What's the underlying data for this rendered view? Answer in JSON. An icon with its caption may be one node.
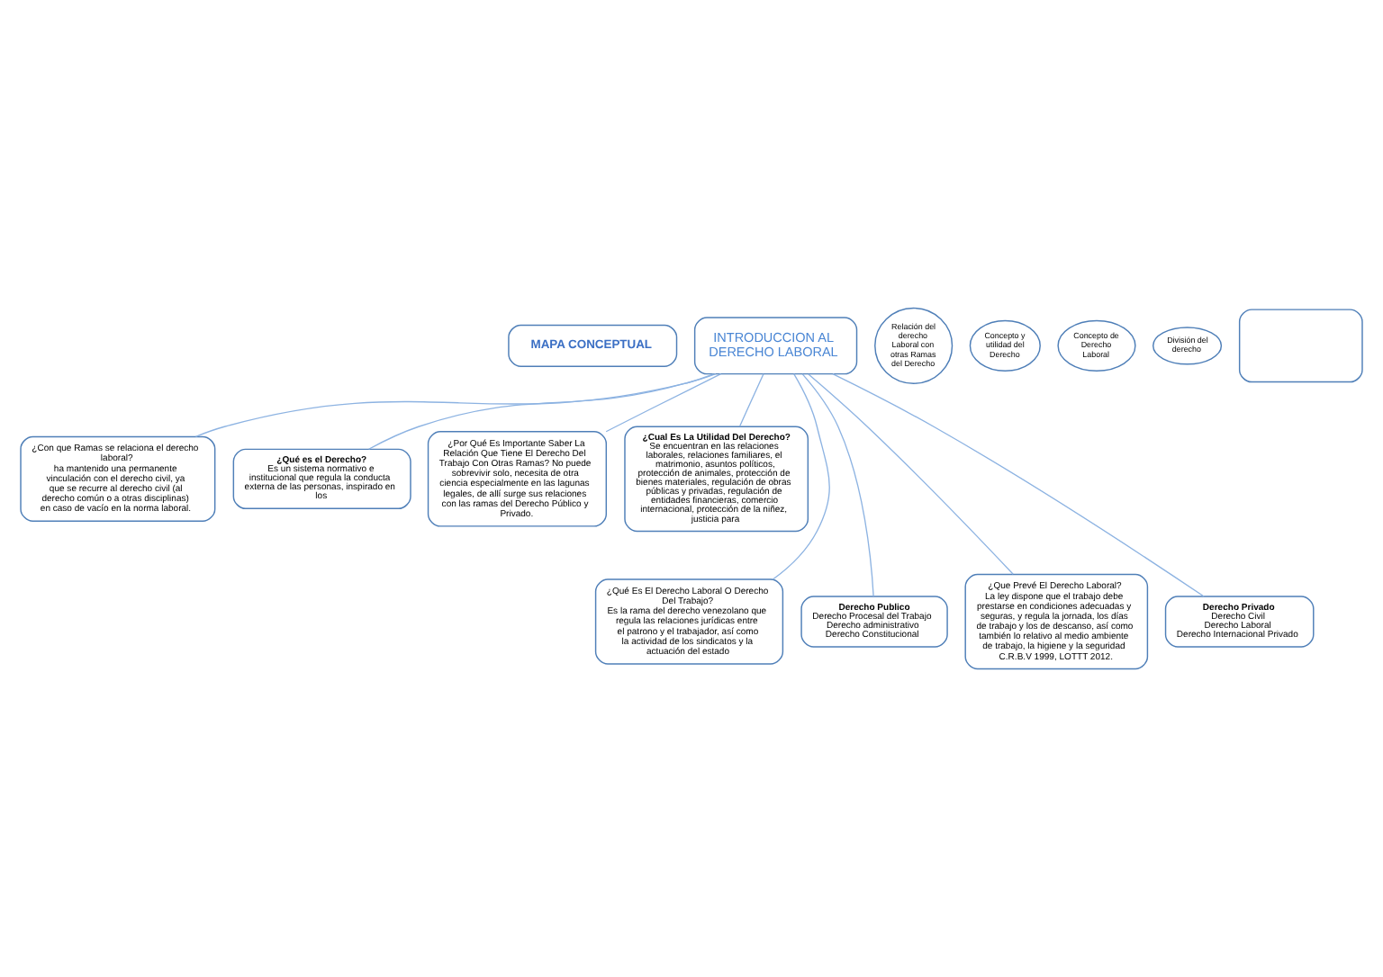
{
  "diagram": {
    "nodes": [
      {
        "text": [
          "MAPA CONCEPTUAL"
        ]
      },
      {
        "text": [
          "¿Con que Ramas se relaciona el derecho laboral?",
          "ha mantenido una permanente vinculación con el derecho civil, ya que se recurre al derecho civil (al derecho común o a otras disciplinas) en caso de vacío en la norma laboral."
        ]
      },
      {
        "text": [
          "Relación del derecho Laboral con otras Ramas del Derecho"
        ]
      },
      {
        "text": [
          "¿Qué es el Derecho?",
          "Es un sistema normativo e institucional que regula la conducta externa de las personas, inspirado en los"
        ]
      },
      {
        "text": [
          "Concepto y utilidad del Derecho"
        ]
      },
      {
        "text": [
          "INTRODUCCION AL DERECHO LABORAL"
        ]
      },
      {
        "text": [
          "¿Por Qué Es Importante Saber La Relación Que Tiene El Derecho Del Trabajo Con Otras Ramas? No puede sobrevivir solo, necesita de otra ciencia especialmente en las lagunas legales, de allí surge sus relaciones con las ramas del Derecho Público y Privado."
        ]
      },
      {
        "text": [
          "**¿Cual Es La Utilidad Del Derecho?** Se encuentran en las relaciones laborales, relaciones familiares, el matrimonio, asuntos políticos, protección de animales, protección de bienes materiales, regulación de obras públicas y privadas, regulación de entidades financieras, comercio internacional, protección de la niñez, justicia para"
        ]
      },
      {
        "text": [
          "Concepto de Derecho Laboral"
        ]
      },
      {
        "text": [
          "División del derecho"
        ]
      },
      {
        "text": [
          "¿Qué Es El Derecho Laboral O Derecho Del Trabajo?",
          "Es la rama del derecho venezolano que regula las relaciones jurídicas entre el patrono y el trabajador, así como la actividad de los sindicatos y la actuación del estado"
        ]
      },
      {
        "text": [
          "Derecho Publico",
          "Derecho Procesal del Trabajo",
          "Derecho administrativo",
          "Derecho Constitucional"
        ]
      },
      {
        "text": [
          "¿Que Prevé El Derecho Laboral?",
          "La ley dispone que el trabajo debe prestarse en condiciones adecuadas y seguras, y regula la jornada, los días de trabajo y los de descanso, así como también lo relativo al medio ambiente de trabajo, la higiene y la seguridad C.R.B.V 1999, LOTTT 2012."
        ]
      },
      {
        "text": [
          "Derecho Privado",
          "Derecho Civil",
          "Derecho Laboral",
          "Derecho Internacional Privado"
        ]
      },
      {
        "text": [],
        "shape": "box"
      }
    ],
    "edges": [
      {
        "from": 5,
        "to": 1,
        "arrow": "none"
      },
      {
        "from": 5,
        "to": 6,
        "arrow": "none"
      },
      {
        "from": 5,
        "to": 3,
        "arrow": "none"
      },
      {
        "from": 5,
        "to": 7,
        "arrow": "none"
      },
      {
        "from": 5,
        "to": 10,
        "arrow": "none"
      },
      {
        "from": 5,
        "to": 12,
        "arrow": "none"
      },
      {
        "from": 5,
        "to": 11,
        "arrow": "none"
      },
      {
        "from": 5,
        "to": 13,
        "arrow": "none"
      }
    ]
  }
}
